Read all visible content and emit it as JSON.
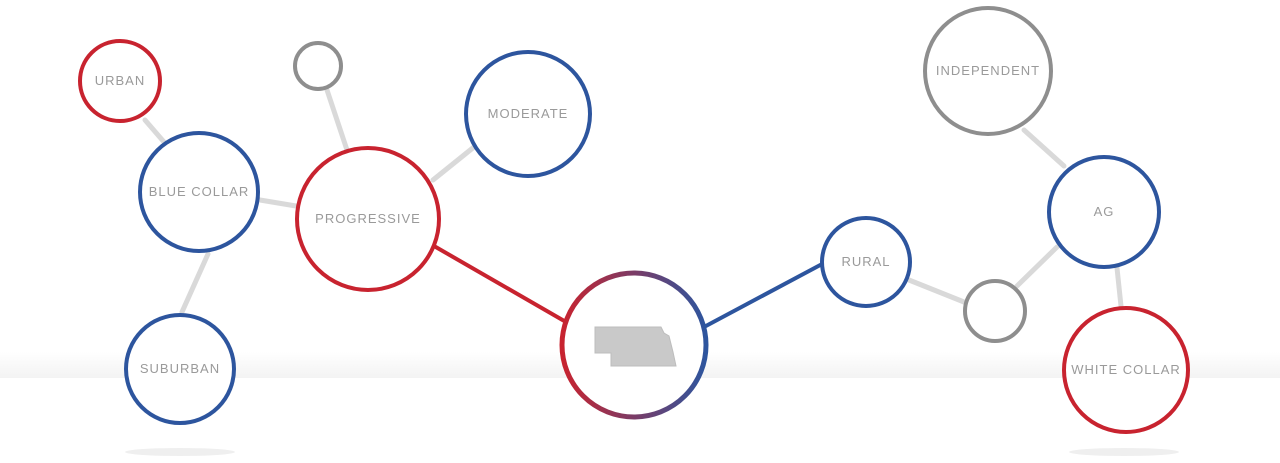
{
  "colors": {
    "red": "#c8232f",
    "blue": "#2d559e",
    "gray": "#8e8e8e",
    "connector": "#d9d9d9",
    "state_fill": "#c9c9c9",
    "floor": "#f4f4f4"
  },
  "nodes": {
    "urban": {
      "label": "URBAN",
      "color": "red"
    },
    "blue_collar": {
      "label": "BLUE COLLAR",
      "color": "blue"
    },
    "suburban": {
      "label": "SUBURBAN",
      "color": "blue"
    },
    "small_gray_left": {
      "label": "",
      "color": "gray"
    },
    "progressive": {
      "label": "PROGRESSIVE",
      "color": "red"
    },
    "moderate": {
      "label": "MODERATE",
      "color": "blue"
    },
    "center": {
      "label": "",
      "color": "gradient",
      "icon": "nebraska-map-icon"
    },
    "rural": {
      "label": "RURAL",
      "color": "blue"
    },
    "small_gray_right": {
      "label": "",
      "color": "gray"
    },
    "independent": {
      "label": "INDEPENDENT",
      "color": "gray"
    },
    "ag": {
      "label": "AG",
      "color": "blue"
    },
    "white_collar": {
      "label": "WHITE COLLAR",
      "color": "red"
    }
  }
}
